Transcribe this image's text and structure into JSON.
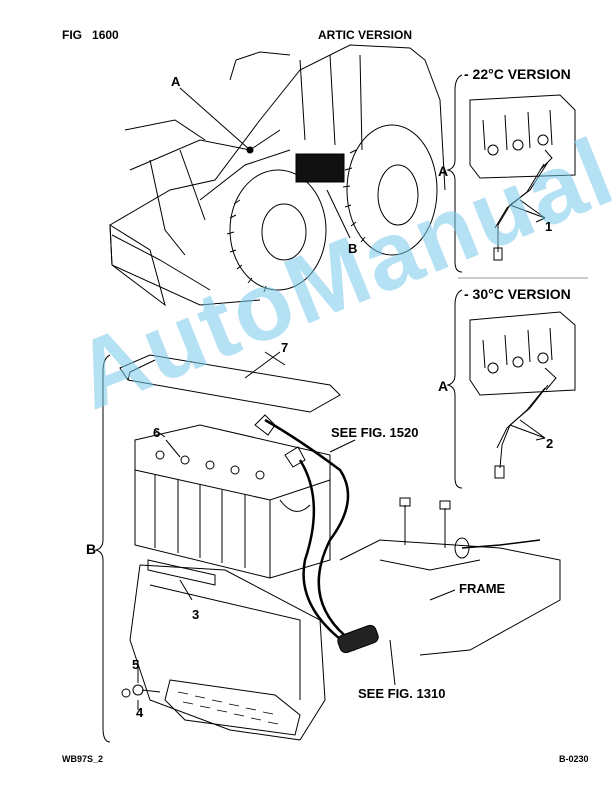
{
  "header": {
    "fig_label": "FIG",
    "fig_number": "1600",
    "title": "ARTIC VERSION"
  },
  "footer": {
    "left": "WB97S_2",
    "right": "B-0230"
  },
  "insets": {
    "top": {
      "title": "- 22°C VERSION",
      "callout_a": "A",
      "callout_num": "1"
    },
    "bottom": {
      "title": "- 30°C VERSION",
      "callout_a": "A",
      "callout_num": "2"
    }
  },
  "machine": {
    "callout_a": "A",
    "callout_b": "B"
  },
  "battery_view": {
    "bracket_label": "B",
    "callouts": [
      "7",
      "6",
      "3",
      "5",
      "4"
    ],
    "see_fig_1520": "SEE FIG. 1520",
    "see_fig_1310": "SEE FIG. 1310",
    "frame": "FRAME"
  },
  "watermark": "AutoManual"
}
